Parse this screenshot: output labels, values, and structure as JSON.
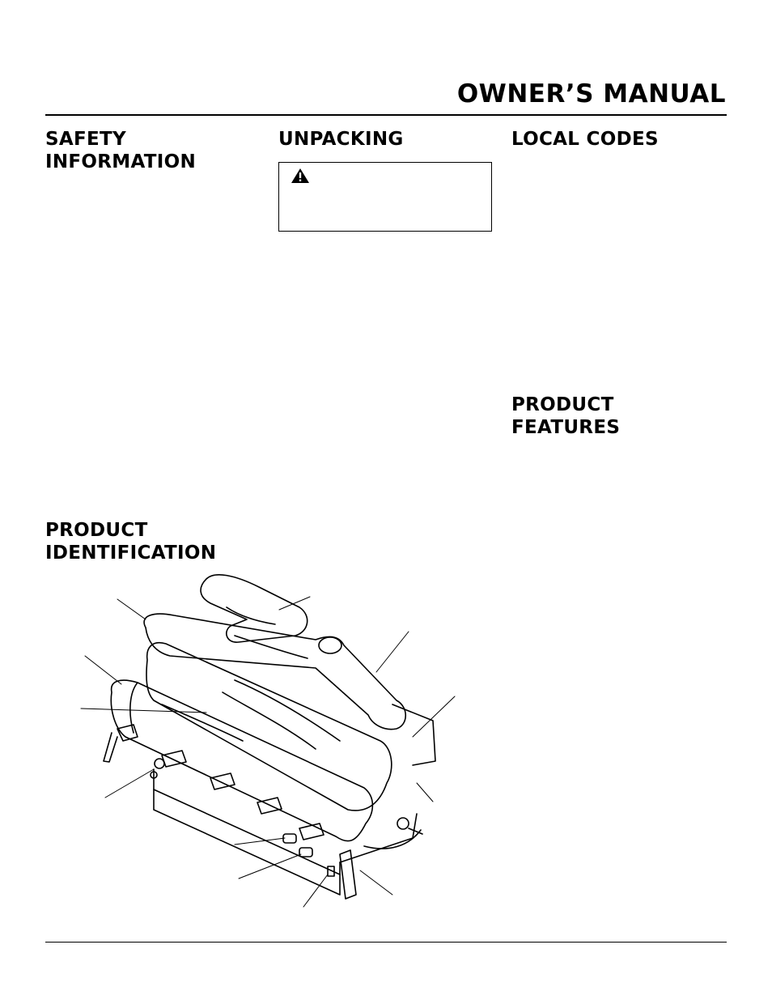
{
  "header": {
    "title": "OWNER’S MANUAL"
  },
  "sections": {
    "safety": {
      "line1": "SAFETY",
      "line2": "INFORMATION"
    },
    "unpacking": {
      "line1": "UNPACKING"
    },
    "local_codes": {
      "line1": "LOCAL CODES"
    },
    "product_features": {
      "line1": "PRODUCT",
      "line2": "FEATURES"
    },
    "product_identification": {
      "line1": "PRODUCT",
      "line2": "IDENTIFICATION"
    }
  },
  "warning_box": {
    "icon": "warning-triangle-icon"
  },
  "diagram": {
    "subject": "gas-log-burner-assembly-illustration"
  }
}
